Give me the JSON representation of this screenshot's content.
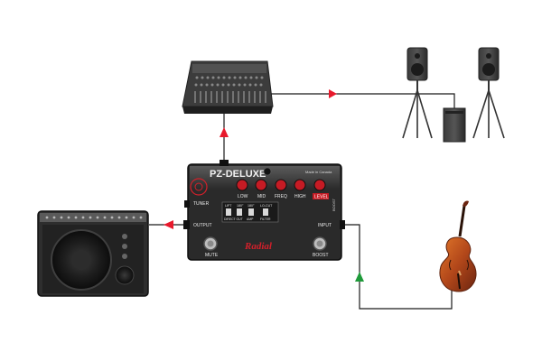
{
  "pedal": {
    "brand": "PZ-DELUXE",
    "made_in": "Made in Canada",
    "eq_labels": [
      "LOW",
      "MID",
      "FREQ",
      "HIGH",
      "LEVEL"
    ],
    "tuner_label": "TUNER",
    "output_label": "OUTPUT",
    "input_label": "INPUT",
    "switch_labels": [
      "LIFT",
      "180°",
      "180°",
      "LO-CUT"
    ],
    "switch_sublabels": [
      "DIRECT OUT",
      "AMP",
      "FILTER"
    ],
    "side_label": "BOOST",
    "logo": "Radial",
    "footswitch_left": "MUTE",
    "footswitch_right": "BOOST"
  },
  "colors": {
    "signal_arrow": "#e8192c",
    "input_arrow": "#1f9a3a",
    "pedal_accent": "#d3202a",
    "cable": "#1a1a1a"
  },
  "devices": [
    "mixing-console",
    "pa-speaker-left",
    "pa-speaker-right",
    "subwoofer",
    "acoustic-amplifier",
    "violin",
    "radial-pz-deluxe-pedal"
  ]
}
